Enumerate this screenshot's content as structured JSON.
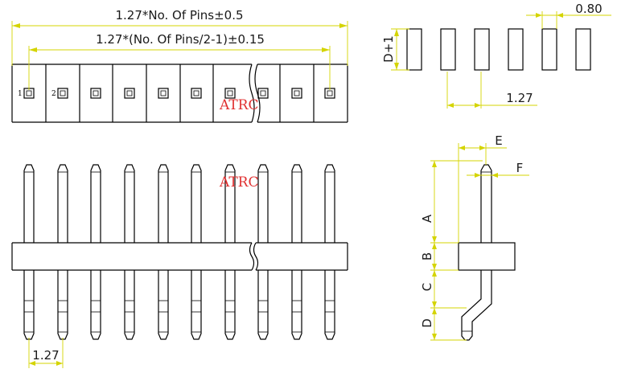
{
  "colors": {
    "outline": "#000000",
    "dimension": "#d4d400",
    "watermark": "#e03030",
    "text": "#1a1a1a"
  },
  "top_view": {
    "overall_length_label": "1.27*No. Of Pins±0.5",
    "pin_span_label": "1.27*(No. Of Pins/2-1)±0.15",
    "pin_one_label": "1",
    "pin_two_label": "2",
    "watermark": "ATRC"
  },
  "front_view": {
    "watermark": "ATRC",
    "pitch_label": "1.27"
  },
  "pad_view": {
    "height_label": "D+1",
    "width_label": "0.80",
    "pitch_label": "1.27"
  },
  "side_view": {
    "label_e": "E",
    "label_f": "F",
    "label_a": "A",
    "label_b": "B",
    "label_c": "C",
    "label_d": "D"
  }
}
